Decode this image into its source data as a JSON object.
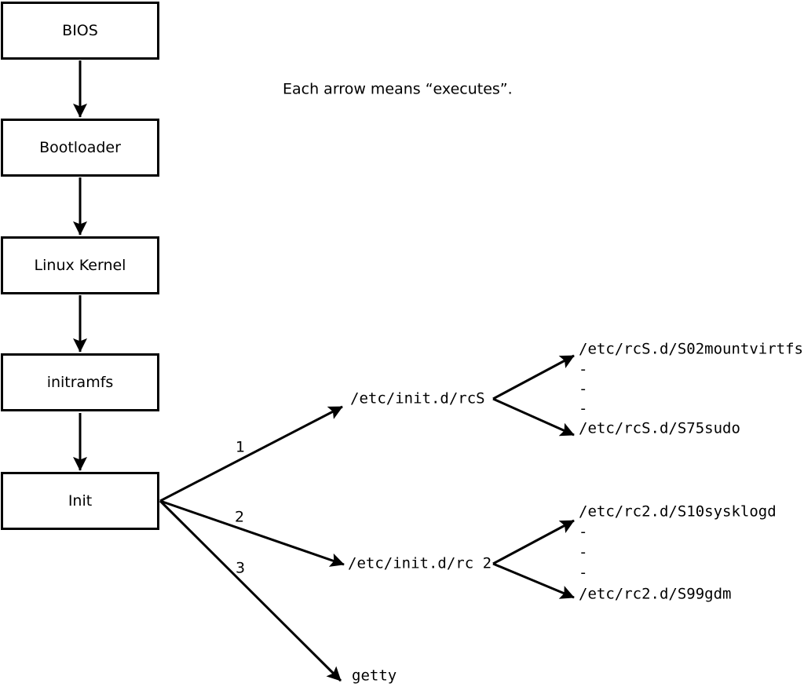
{
  "note": "Each arrow means “executes”.",
  "chain": {
    "boxes": [
      {
        "label": "BIOS"
      },
      {
        "label": "Bootloader"
      },
      {
        "label": "Linux Kernel"
      },
      {
        "label": "initramfs"
      },
      {
        "label": "Init"
      }
    ]
  },
  "branches": [
    {
      "number": "1",
      "target": "/etc/init.d/rcS",
      "children": [
        "/etc/rcS.d/S02mountvirtfs",
        "-",
        "-",
        "-",
        "/etc/rcS.d/S75sudo"
      ]
    },
    {
      "number": "2",
      "target": "/etc/init.d/rc 2",
      "children": [
        "/etc/rc2.d/S10sysklogd",
        "-",
        "-",
        "-",
        "/etc/rc2.d/S99gdm"
      ]
    },
    {
      "number": "3",
      "target": "getty",
      "children": []
    }
  ],
  "colors": {
    "line": "#000000",
    "background": "#ffffff",
    "box_fill": "#ffffff"
  }
}
